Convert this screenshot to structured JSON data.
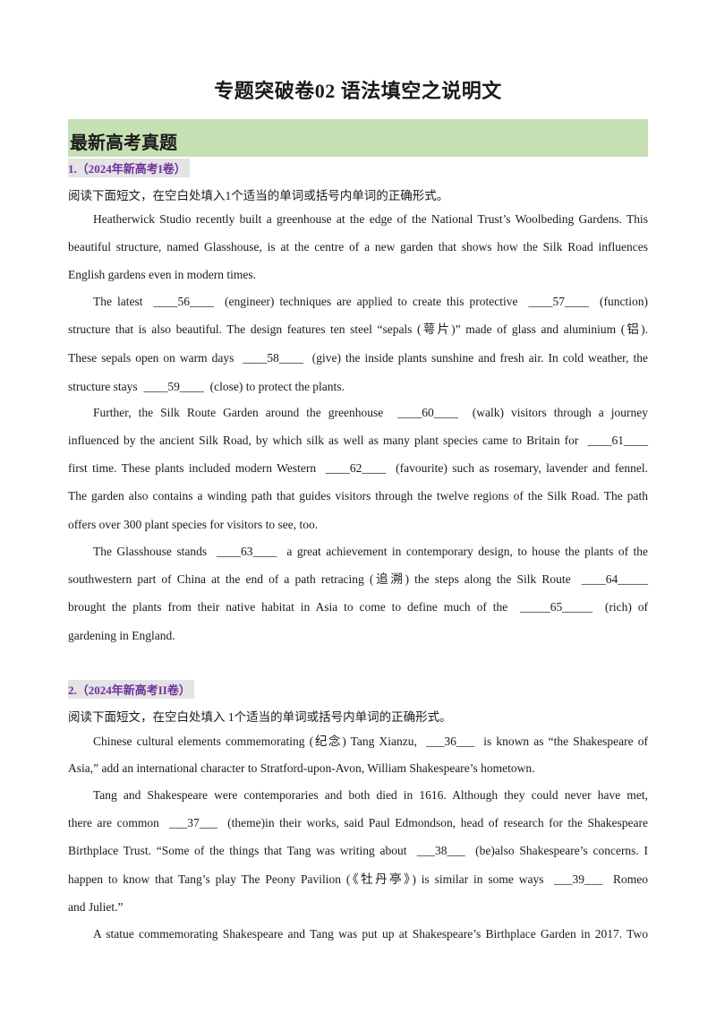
{
  "title": "专题突破卷02  语法填空之说明文",
  "section": "最新高考真题",
  "q1": {
    "tag": "1.（2024年新高考I卷）",
    "instruction": "阅读下面短文，在空白处填入1个适当的单词或括号内单词的正确形式。",
    "lines": [
      "Heatherwick Studio recently built a greenhouse at the edge of the National Trust’s Woolbeding Gardens. This",
      "beautiful structure, named Glasshouse, is at the centre of a new garden that shows how the Silk Road influences",
      "English gardens even in modern times.",
      "The latest  ____56____  (engineer) techniques are applied to create this protective  ____57____  (function)",
      "structure that is also beautiful. The design features ten steel “sepals (萼片)” made of glass and aluminium (铝).",
      "These sepals open on warm days  ____58____  (give) the inside plants sunshine and fresh air. In cold weather, the",
      "structure stays  ____59____  (close) to protect the plants.",
      "Further, the Silk Route Garden around the greenhouse  ____60____  (walk) visitors through a journey",
      "influenced by the ancient Silk Road, by which silk as well as many plant species came to Britain for  ____61____",
      "first time. These plants included modern Western  ____62____  (favourite) such as rosemary, lavender and fennel.",
      "The garden also contains a winding path that guides visitors through the twelve regions of the Silk Road. The path",
      "offers over 300 plant species for visitors to see, too.",
      "The Glasshouse stands  ____63____  a great achievement in contemporary design, to house the plants of the",
      "southwestern part of China at the end of a path retracing (追溯) the steps along the Silk Route  ____64_____",
      "brought the plants from their native habitat in Asia to come to define much of the  _____65_____  (rich) of",
      "gardening in England."
    ]
  },
  "q2": {
    "tag": "2.（2024年新高考II卷）",
    "instruction": "阅读下面短文，在空白处填入 1个适当的单词或括号内单词的正确形式。",
    "lines": [
      "Chinese cultural elements commemorating (纪念) Tang Xianzu,  ___36___  is known as “the Shakespeare of",
      "Asia,” add an international character to Stratford-upon-Avon, William Shakespeare’s hometown.",
      "Tang and Shakespeare were contemporaries and both died in 1616. Although they could never have met,",
      "there are common  ___37___  (theme)in their works, said Paul Edmondson, head of research for the Shakespeare",
      "Birthplace Trust. “Some of the things that Tang was writing about  ___38___  (be)also Shakespeare’s concerns. I",
      "happen to know that Tang’s play The Peony Pavilion (《牡丹亭》) is similar in some ways  ___39___  Romeo",
      "and Juliet.”",
      "A statue commemorating Shakespeare and Tang was put up at Shakespeare’s Birthplace Garden in 2017. Two"
    ]
  }
}
